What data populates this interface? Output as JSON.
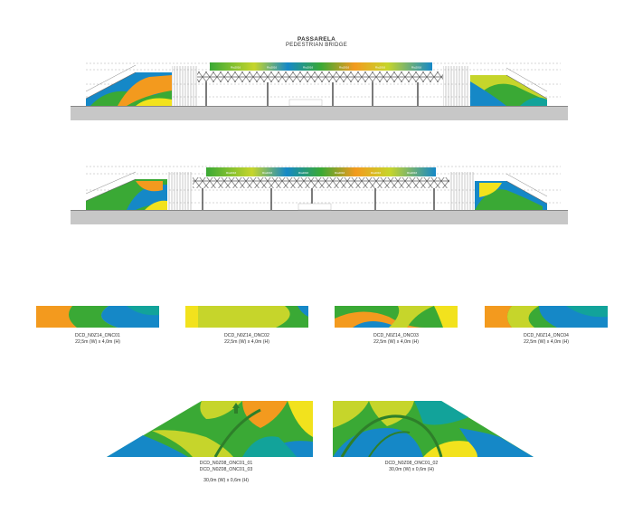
{
  "header": {
    "title": "PASSARELA",
    "subtitle": "PEDESTRIAN BRIDGE"
  },
  "colors": {
    "green": "#3aa935",
    "lime": "#c6d52b",
    "yellow": "#f2e21d",
    "orange": "#f39a1e",
    "blue": "#1588c7",
    "teal": "#12a39a",
    "ground": "#c7c7c7"
  },
  "panels": [
    {
      "code": "DCD_N0Z14_ONC01",
      "dims": "22,5m (W) x 4,0m (H)"
    },
    {
      "code": "DCD_N0Z14_ONC02",
      "dims": "22,5m (W) x 4,0m (H)"
    },
    {
      "code": "DCD_N0Z14_ONC03",
      "dims": "22,5m (W) x 4,0m (H)"
    },
    {
      "code": "DCD_N0Z14_ONC04",
      "dims": "22,5m (W) x 4,0m (H)"
    }
  ],
  "ramps": [
    {
      "code_1": "DCD_N0Z08_ONC01_01",
      "code_2": "DCD_N0Z08_ONC01_03",
      "dims": "30,0m (W) x 0,6m (H)"
    },
    {
      "code_1": "DCD_N0Z08_ONC01_02",
      "dims": "30,0m (W) x 0,6m (H)"
    }
  ]
}
